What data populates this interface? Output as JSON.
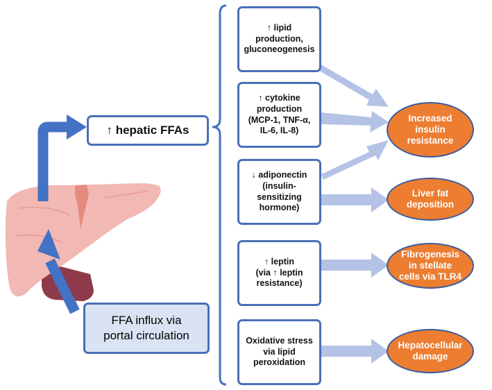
{
  "hepatic_box": "↑ hepatic FFAs",
  "influx_box": "FFA influx via\nportal circulation",
  "mechanisms": [
    "↑ lipid\nproduction,\ngluconeogenesis",
    "↑ cytokine\nproduction\n(MCP-1, TNF-α,\nIL-6, IL-8)",
    "↓ adiponectin\n(insulin-\nsensitizing\nhormone)",
    "↑ leptin\n(via ↑ leptin\nresistance)",
    "Oxidative stress\nvia lipid\nperoxidation"
  ],
  "outcomes": [
    "Increased\ninsulin\nresistance",
    "Liver fat\ndeposition",
    "Fibrogenesis\nin stellate\ncells via TLR4",
    "Hepatocellular\ndamage"
  ],
  "colors": {
    "box_border": "#4a6fb5",
    "arrow_blue": "#4472c4",
    "light_arrow": "#b4c2e6",
    "outcome_fill": "#ed7d31",
    "influx_fill": "#dae3f3",
    "liver": "#f2b8b3"
  },
  "icons": {
    "liver_illustration": "liver-icon"
  }
}
